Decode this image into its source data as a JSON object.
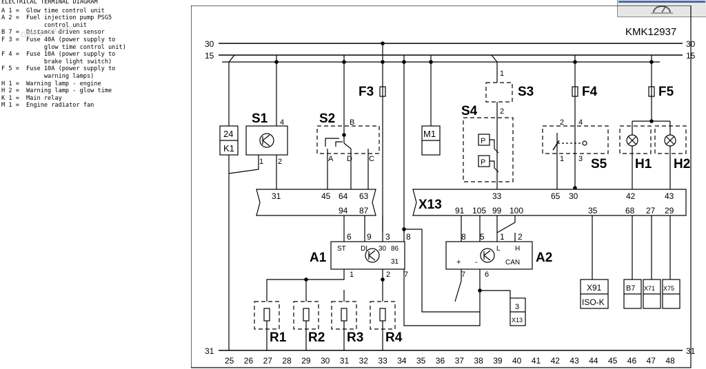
{
  "legend": {
    "title": "ELECTRICAL TERMINAL DIAGRAM",
    "items": [
      {
        "code": "A 1 =",
        "text": "Glow time control unit"
      },
      {
        "code": "A 2 =",
        "text": "Fuel injection pump PSG5\n     control unit"
      },
      {
        "code": "B 7 =",
        "text": "Distance driven sensor"
      },
      {
        "code": "F 3 =",
        "text": "Fuse 40A (power supply to\n     glow time control unit)"
      },
      {
        "code": "F 4 =",
        "text": "Fuse 10A (power supply to\n     brake light switch)"
      },
      {
        "code": "F 5 =",
        "text": "Fuse 10A (power supply to\n     warning lamps)"
      },
      {
        "code": "H 1 =",
        "text": "Warning lamp - engine"
      },
      {
        "code": "H 2 =",
        "text": "Warning lamp - glow time"
      },
      {
        "code": "K 1 =",
        "text": "Main relay"
      },
      {
        "code": "M 1 =",
        "text": "Engine radiator fan"
      }
    ]
  },
  "watermark": "GinoQuest.com",
  "diagram": {
    "ref": "KMK12937",
    "rails": {
      "r30": "30",
      "r15": "15",
      "r31": "31"
    },
    "components": {
      "S1": "S1",
      "S2": "S2",
      "S3": "S3",
      "S4": "S4",
      "S5": "S5",
      "F3": "F3",
      "F4": "F4",
      "F5": "F5",
      "H1": "H1",
      "H2": "H2",
      "A1": "A1",
      "A2": "A2",
      "K1_top": "24",
      "K1_bot": "K1",
      "M1": "M1",
      "R1": "R1",
      "R2": "R2",
      "R3": "R3",
      "R4": "R4",
      "X13": "X13",
      "X13small_top": "3",
      "X13small_bot": "X13",
      "X91_top": "X91",
      "X91_bot": "ISO-K",
      "B7": "B7",
      "X71": "X71",
      "X75": "X75"
    },
    "pins": {
      "s1_4": "4",
      "s1_1": "1",
      "s1_2": "2",
      "s2_B": "B",
      "s2_A": "A",
      "s2_D": "D",
      "s2_C": "C",
      "s3_1": "1",
      "s3_2": "2",
      "s5_2": "2",
      "s5_4": "4",
      "s5_1": "1",
      "s5_3": "3",
      "x13_31": "31",
      "x13_45": "45",
      "x13_64": "64",
      "x13_63": "63",
      "x13_94": "94",
      "x13_87": "87",
      "x13_33": "33",
      "x13_65": "65",
      "x13_30": "30",
      "x13_42": "42",
      "x13_43": "43",
      "x13_91": "91",
      "x13_105": "105",
      "x13_99": "99",
      "x13_100": "100",
      "x13_35": "35",
      "x13_68": "68",
      "x13_27": "27",
      "x13_29": "29",
      "a1_6": "6",
      "a1_9": "9",
      "a1_3": "3",
      "a1_8": "8",
      "a1_ST": "ST",
      "a1_DI": "DI",
      "a1_30": "30",
      "a1_86": "86",
      "a1_31": "31",
      "a1_1": "1",
      "a1_2": "2",
      "a1_7": "7",
      "a2_8": "8",
      "a2_5": "5",
      "a2_1": "1",
      "a2_2": "2",
      "a2_L": "L",
      "a2_H": "H",
      "a2_plus": "+",
      "a2_minus": "-",
      "a2_CAN": "CAN",
      "a2_7": "7",
      "a2_6": "6"
    },
    "grid": [
      "25",
      "26",
      "27",
      "28",
      "29",
      "30",
      "31",
      "32",
      "33",
      "34",
      "35",
      "36",
      "37",
      "38",
      "39",
      "40",
      "41",
      "42",
      "43",
      "44",
      "45",
      "46",
      "47",
      "48"
    ]
  }
}
